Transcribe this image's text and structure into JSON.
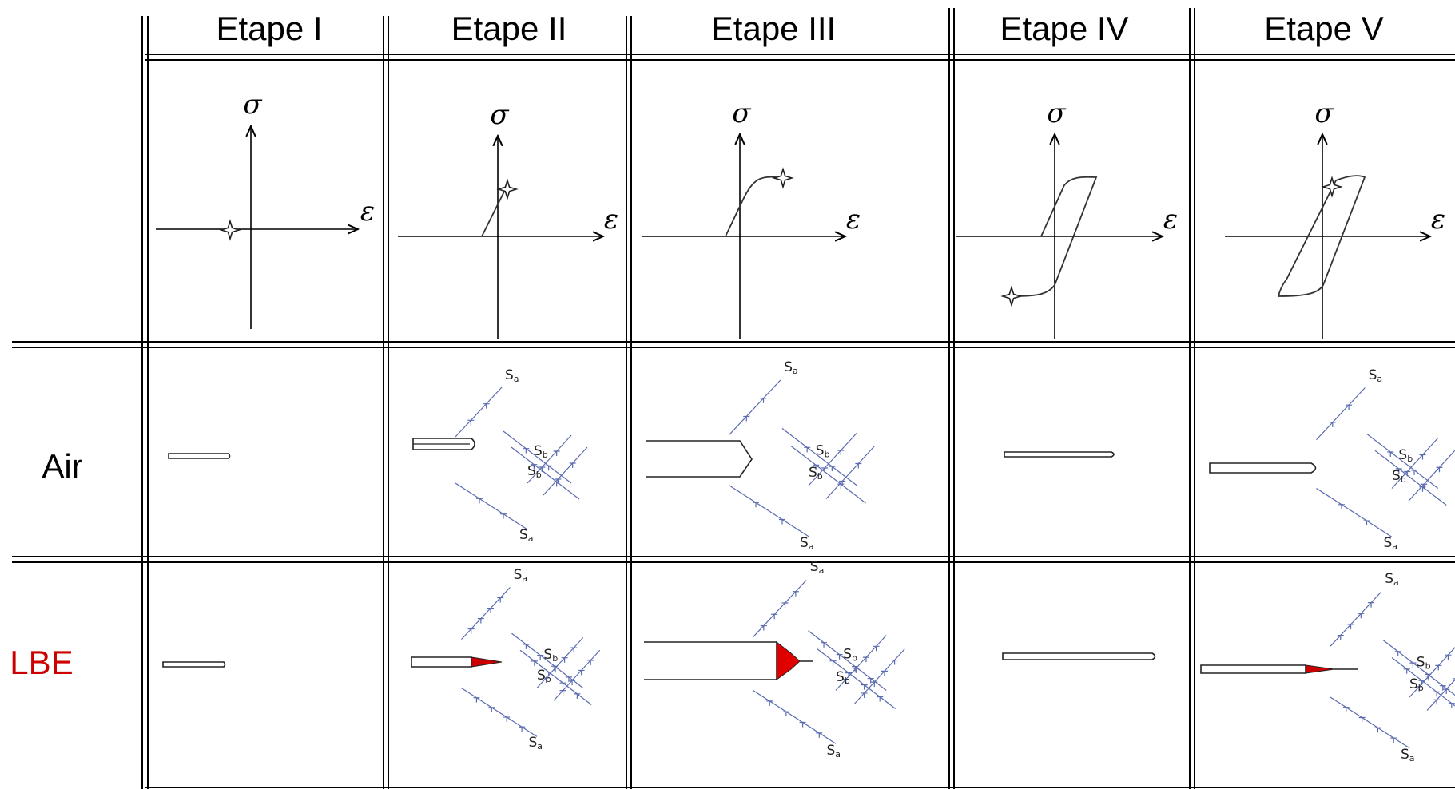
{
  "columns": [
    "Etape I",
    "Etape II",
    "Etape III",
    "Etape IV",
    "Etape V"
  ],
  "rows": [
    {
      "label": "Air",
      "color": "#000000"
    },
    {
      "label": "LBE",
      "color": "#cc0000"
    }
  ],
  "axis_labels": {
    "stress": "σ",
    "strain": "ε"
  },
  "slip_band_label": {
    "base": "S",
    "primary_sub": "a",
    "secondary_sub": "b"
  },
  "colors": {
    "lbe_accent": "#cc0000",
    "slip_lines": "#5a6bb0",
    "grid": "#000000"
  }
}
